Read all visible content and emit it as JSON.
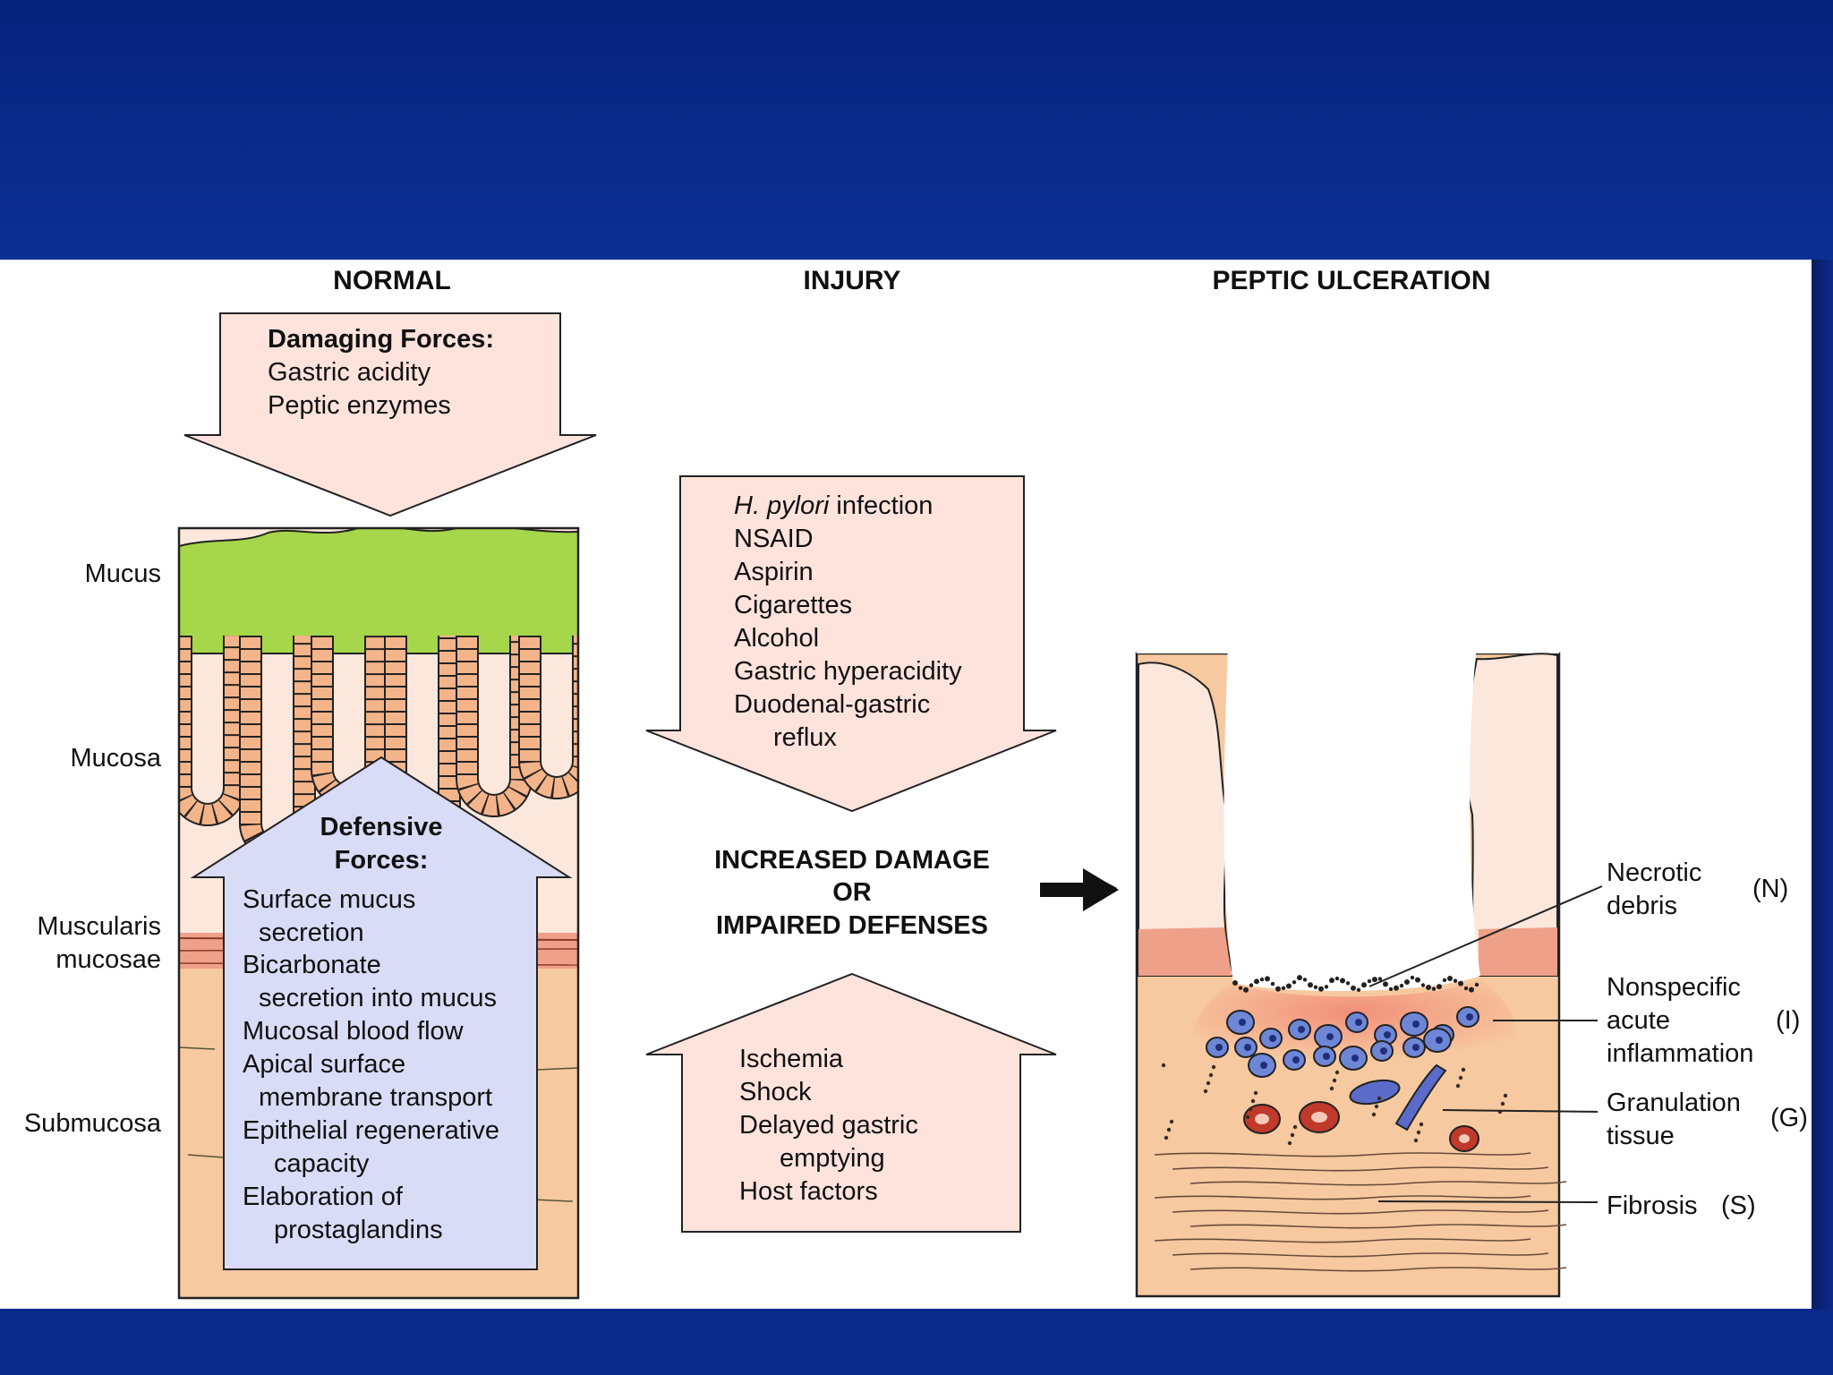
{
  "columns": {
    "normal": "NORMAL",
    "injury": "INJURY",
    "ulceration": "PEPTIC ULCERATION"
  },
  "damaging_forces": {
    "title": "Damaging Forces:",
    "items": [
      "Gastric acidity",
      "Peptic enzymes"
    ]
  },
  "layers": {
    "mucus": "Mucus",
    "mucosa": "Mucosa",
    "muscularis_1": "Muscularis",
    "muscularis_2": "mucosae",
    "submucosa": "Submucosa"
  },
  "defensive_forces": {
    "title_1": "Defensive",
    "title_2": "Forces:",
    "lines": [
      "Surface mucus",
      "secretion",
      "Bicarbonate",
      "secretion into mucus",
      "Mucosal blood flow",
      "Apical surface",
      "membrane transport",
      "Epithelial regenerative",
      "capacity",
      "Elaboration of",
      "prostaglandins"
    ]
  },
  "injury_top": {
    "italic": "H. pylori",
    "first_rest": " infection",
    "lines": [
      "NSAID",
      "Aspirin",
      "Cigarettes",
      "Alcohol",
      "Gastric hyperacidity",
      "Duodenal-gastric",
      "reflux"
    ]
  },
  "injury_middle": [
    "INCREASED DAMAGE",
    "OR",
    "IMPAIRED DEFENSES"
  ],
  "injury_bottom": [
    "Ischemia",
    "Shock",
    "Delayed gastric",
    "emptying",
    "Host factors"
  ],
  "ulcer_labels": {
    "necrotic_1": "Necrotic",
    "necrotic_2": "debris",
    "n_code": "(N)",
    "inflam_1": "Nonspecific",
    "inflam_2": "acute",
    "inflam_3": "inflammation",
    "i_code": "(I)",
    "gran_1": "Granulation",
    "gran_2": "tissue",
    "g_code": "(G)",
    "fibrosis": "Fibrosis",
    "s_code": "(S)"
  },
  "colors": {
    "slide_bg": "#0b2b86",
    "panel": "#ffffff",
    "pink_box": "#fde3dc",
    "blue_box": "#d9dcf6",
    "mucus_green": "#a6d64a",
    "epithelium": "#f4b48a",
    "submucosa": "#f7c9a0",
    "muscularis": "#eea089",
    "lamina": "#fbe7dc"
  }
}
